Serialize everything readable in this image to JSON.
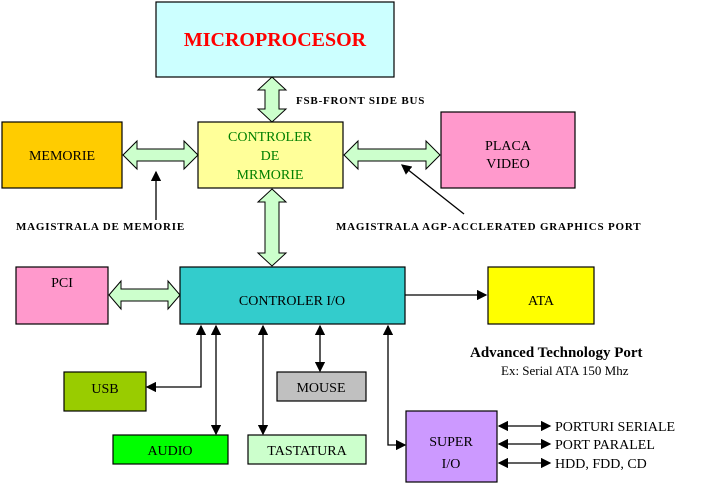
{
  "colors": {
    "microprocesor": "#ccffff",
    "memorie": "#ffcc00",
    "controler_memorie": "#ffff99",
    "placa_video": "#ff99cc",
    "pci": "#ff99cc",
    "controler_io": "#33cccc",
    "ata": "#ffff00",
    "usb": "#99cc00",
    "audio": "#00ff00",
    "tastatura": "#ccffcc",
    "mouse": "#c0c0c0",
    "super_io": "#cc99ff",
    "bus_arrow": "#ccffcc",
    "microprocesor_text": "#ff0000",
    "controler_memorie_text": "#008000"
  },
  "boxes": {
    "microprocesor": "MICROPROCESOR",
    "memorie": "MEMORIE",
    "controler_memorie": [
      "CONTROLER",
      "DE",
      "MRMORIE"
    ],
    "placa_video": [
      "PLACA",
      "VIDEO"
    ],
    "pci": "PCI",
    "controler_io": "CONTROLER I/O",
    "ata": "ATA",
    "usb": "USB",
    "mouse": "MOUSE",
    "audio": "AUDIO",
    "tastatura": "TASTATURA",
    "super_io": [
      "SUPER",
      "I/O"
    ]
  },
  "labels": {
    "fsb": "FSB-FRONT SIDE BUS",
    "magistrala_memorie": "MAGISTRALA DE MEMORIE",
    "magistrala_agp": "MAGISTRALA AGP-ACCLERATED GRAPHICS  PORT",
    "ata_title": "Advanced Technology Port",
    "ata_example": "Ex: Serial ATA 150 Mhz"
  },
  "super_io_outputs": [
    "PORTURI SERIALE",
    "PORT PARALEL",
    "HDD, FDD, CD"
  ]
}
